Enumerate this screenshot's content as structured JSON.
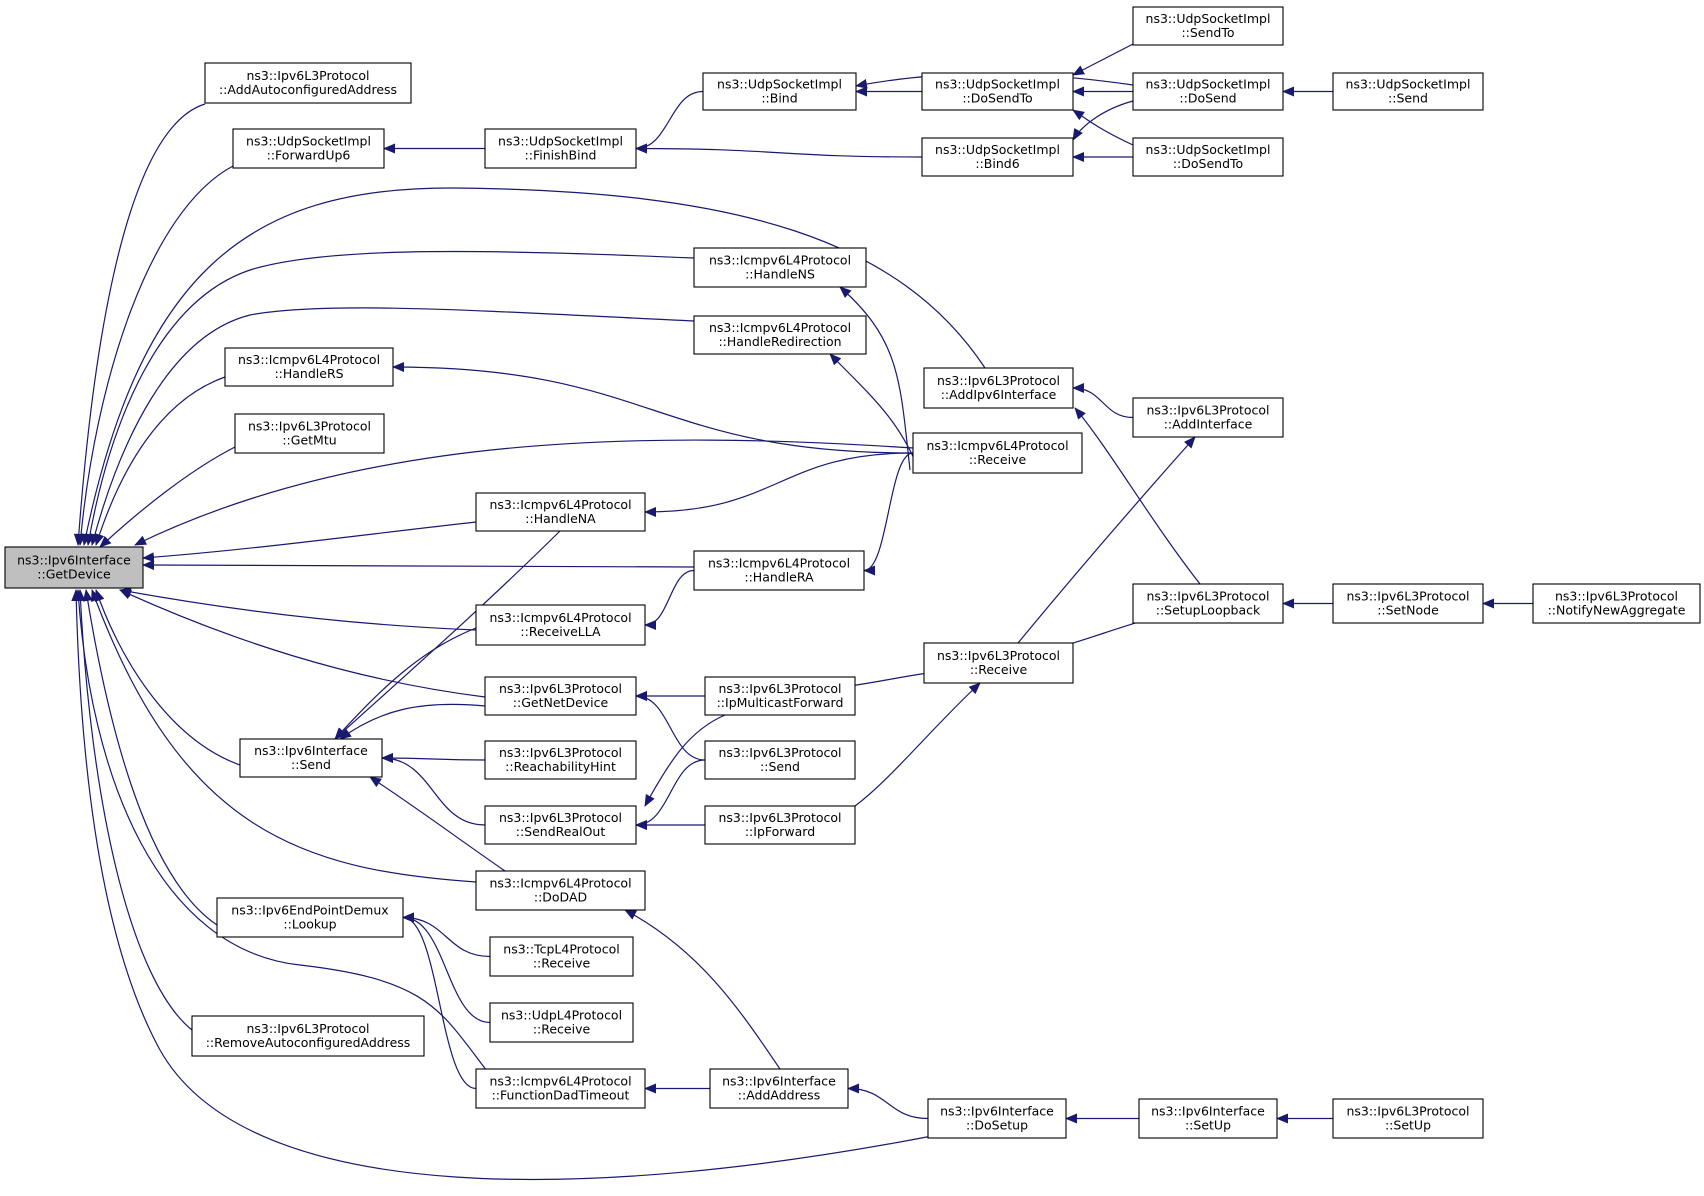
{
  "graph": {
    "edge_color": "#191970",
    "root_fill": "#bfbfbf",
    "nodes": [
      {
        "id": "root",
        "lines": [
          "ns3::Ipv6Interface",
          "::GetDevice"
        ],
        "root": true
      },
      {
        "id": "n1",
        "lines": [
          "ns3::Ipv6L3Protocol",
          "::AddAutoconfiguredAddress"
        ]
      },
      {
        "id": "n2",
        "lines": [
          "ns3::UdpSocketImpl",
          "::ForwardUp6"
        ]
      },
      {
        "id": "n3",
        "lines": [
          "ns3::UdpSocketImpl",
          "::FinishBind"
        ]
      },
      {
        "id": "n4",
        "lines": [
          "ns3::UdpSocketImpl",
          "::Bind"
        ]
      },
      {
        "id": "n5",
        "lines": [
          "ns3::UdpSocketImpl",
          "::DoSendTo"
        ]
      },
      {
        "id": "n6",
        "lines": [
          "ns3::UdpSocketImpl",
          "::SendTo"
        ]
      },
      {
        "id": "n7",
        "lines": [
          "ns3::UdpSocketImpl",
          "::DoSend"
        ]
      },
      {
        "id": "n8",
        "lines": [
          "ns3::UdpSocketImpl",
          "::Send"
        ]
      },
      {
        "id": "n9",
        "lines": [
          "ns3::UdpSocketImpl",
          "::Bind6"
        ]
      },
      {
        "id": "n10",
        "lines": [
          "ns3::UdpSocketImpl",
          "::DoSendTo"
        ]
      },
      {
        "id": "n11",
        "lines": [
          "ns3::Icmpv6L4Protocol",
          "::HandleNS"
        ]
      },
      {
        "id": "n12",
        "lines": [
          "ns3::Icmpv6L4Protocol",
          "::HandleRedirection"
        ]
      },
      {
        "id": "n13",
        "lines": [
          "ns3::Ipv6L3Protocol",
          "::AddIpv6Interface"
        ]
      },
      {
        "id": "n14",
        "lines": [
          "ns3::Ipv6L3Protocol",
          "::AddInterface"
        ]
      },
      {
        "id": "n15",
        "lines": [
          "ns3::Icmpv6L4Protocol",
          "::HandleRS"
        ]
      },
      {
        "id": "n16",
        "lines": [
          "ns3::Ipv6L3Protocol",
          "::GetMtu"
        ]
      },
      {
        "id": "n17",
        "lines": [
          "ns3::Icmpv6L4Protocol",
          "::Receive"
        ]
      },
      {
        "id": "n18",
        "lines": [
          "ns3::Icmpv6L4Protocol",
          "::HandleNA"
        ]
      },
      {
        "id": "n19",
        "lines": [
          "ns3::Icmpv6L4Protocol",
          "::HandleRA"
        ]
      },
      {
        "id": "n20",
        "lines": [
          "ns3::Icmpv6L4Protocol",
          "::ReceiveLLA"
        ]
      },
      {
        "id": "n21",
        "lines": [
          "ns3::Ipv6L3Protocol",
          "::SetupLoopback"
        ]
      },
      {
        "id": "n22",
        "lines": [
          "ns3::Ipv6L3Protocol",
          "::SetNode"
        ]
      },
      {
        "id": "n23",
        "lines": [
          "ns3::Ipv6L3Protocol",
          "::NotifyNewAggregate"
        ]
      },
      {
        "id": "n24",
        "lines": [
          "ns3::Ipv6L3Protocol",
          "::Receive"
        ]
      },
      {
        "id": "n25",
        "lines": [
          "ns3::Ipv6L3Protocol",
          "::GetNetDevice"
        ]
      },
      {
        "id": "n26",
        "lines": [
          "ns3::Ipv6L3Protocol",
          "::IpMulticastForward"
        ]
      },
      {
        "id": "n27",
        "lines": [
          "ns3::Ipv6Interface",
          "::Send"
        ]
      },
      {
        "id": "n28",
        "lines": [
          "ns3::Ipv6L3Protocol",
          "::ReachabilityHint"
        ]
      },
      {
        "id": "n29",
        "lines": [
          "ns3::Ipv6L3Protocol",
          "::Send"
        ]
      },
      {
        "id": "n30",
        "lines": [
          "ns3::Ipv6L3Protocol",
          "::SendRealOut"
        ]
      },
      {
        "id": "n31",
        "lines": [
          "ns3::Ipv6L3Protocol",
          "::IpForward"
        ]
      },
      {
        "id": "n32",
        "lines": [
          "ns3::Icmpv6L4Protocol",
          "::DoDAD"
        ]
      },
      {
        "id": "n33",
        "lines": [
          "ns3::Ipv6EndPointDemux",
          "::Lookup"
        ]
      },
      {
        "id": "n34",
        "lines": [
          "ns3::TcpL4Protocol",
          "::Receive"
        ]
      },
      {
        "id": "n35",
        "lines": [
          "ns3::UdpL4Protocol",
          "::Receive"
        ]
      },
      {
        "id": "n36",
        "lines": [
          "ns3::Ipv6L3Protocol",
          "::RemoveAutoconfiguredAddress"
        ]
      },
      {
        "id": "n37",
        "lines": [
          "ns3::Icmpv6L4Protocol",
          "::FunctionDadTimeout"
        ]
      },
      {
        "id": "n38",
        "lines": [
          "ns3::Ipv6Interface",
          "::AddAddress"
        ]
      },
      {
        "id": "n39",
        "lines": [
          "ns3::Ipv6Interface",
          "::DoSetup"
        ]
      },
      {
        "id": "n40",
        "lines": [
          "ns3::Ipv6Interface",
          "::SetUp"
        ]
      },
      {
        "id": "n41",
        "lines": [
          "ns3::Ipv6L3Protocol",
          "::SetUp"
        ]
      }
    ],
    "edges": [
      [
        "n1",
        "root"
      ],
      [
        "n2",
        "root"
      ],
      [
        "n13",
        "root"
      ],
      [
        "n11",
        "root"
      ],
      [
        "n12",
        "root"
      ],
      [
        "n15",
        "root"
      ],
      [
        "n16",
        "root"
      ],
      [
        "n17",
        "root"
      ],
      [
        "n18",
        "root"
      ],
      [
        "n19",
        "root"
      ],
      [
        "n20",
        "root"
      ],
      [
        "n25",
        "root"
      ],
      [
        "n27",
        "root"
      ],
      [
        "n32",
        "root"
      ],
      [
        "n33",
        "root"
      ],
      [
        "n36",
        "root"
      ],
      [
        "n37",
        "root"
      ],
      [
        "n39",
        "root"
      ],
      [
        "n3",
        "n2"
      ],
      [
        "n4",
        "n3"
      ],
      [
        "n9",
        "n3"
      ],
      [
        "n5",
        "n4"
      ],
      [
        "n7",
        "n4"
      ],
      [
        "n6",
        "n5"
      ],
      [
        "n7",
        "n5"
      ],
      [
        "n10",
        "n5"
      ],
      [
        "n8",
        "n7"
      ],
      [
        "n7",
        "n9"
      ],
      [
        "n10",
        "n9"
      ],
      [
        "n17",
        "n11"
      ],
      [
        "n17",
        "n12"
      ],
      [
        "n14",
        "n13"
      ],
      [
        "n21",
        "n13"
      ],
      [
        "n17",
        "n15"
      ],
      [
        "n17",
        "n18"
      ],
      [
        "n17",
        "n19"
      ],
      [
        "n19",
        "n20"
      ],
      [
        "n24",
        "n14"
      ],
      [
        "n22",
        "n21"
      ],
      [
        "n23",
        "n22"
      ],
      [
        "n24",
        "n21"
      ],
      [
        "n26",
        "n24"
      ],
      [
        "n31",
        "n24"
      ],
      [
        "n26",
        "n25"
      ],
      [
        "n29",
        "n25"
      ],
      [
        "n18",
        "n27"
      ],
      [
        "n20",
        "n27"
      ],
      [
        "n25",
        "n27"
      ],
      [
        "n28",
        "n27"
      ],
      [
        "n30",
        "n27"
      ],
      [
        "n32",
        "n27"
      ],
      [
        "n26",
        "n30"
      ],
      [
        "n29",
        "n30"
      ],
      [
        "n31",
        "n30"
      ],
      [
        "n38",
        "n32"
      ],
      [
        "n34",
        "n33"
      ],
      [
        "n35",
        "n33"
      ],
      [
        "n37",
        "n33"
      ],
      [
        "n38",
        "n37"
      ],
      [
        "n39",
        "n38"
      ],
      [
        "n40",
        "n39"
      ],
      [
        "n41",
        "n40"
      ]
    ]
  }
}
